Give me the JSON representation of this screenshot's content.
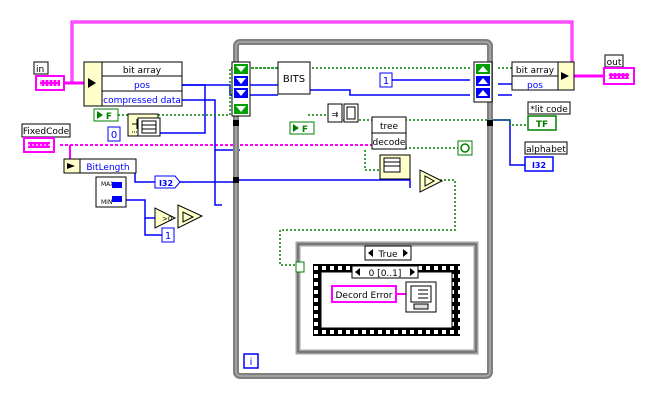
{
  "colors": {
    "cluster_wire": "#ff00ff",
    "cluster_wire_light": "#ff99ff",
    "int_wire": "#0000ff",
    "bool_wire": "#008000",
    "loop_frame": "#808080",
    "case_frame": "#a0a0a0",
    "node_fill": "#ffffcc",
    "terminal_fill": "#ffffff",
    "shift_register": "#00a000"
  },
  "labels": {
    "in": "in",
    "out": "out",
    "fixed_code": "FixedCode",
    "lit_code": "*lit code",
    "alphabet": "alphabet",
    "tf_indicator": "TF",
    "i32_indicator": "I32",
    "const_f_left": "F",
    "const_f_mid": "F",
    "const_zero": "0",
    "const_one_top": "1",
    "const_one_bottom": "1",
    "loop_index": "i",
    "bits_node": "BITS",
    "tree_decode_1": "tree",
    "tree_decode_2": "decode",
    "case_selector": "True",
    "sequence_selector": "0 [0..1]",
    "error_string": "Decord Error",
    "bit_length": "BitLength",
    "i32_const": "I32",
    "max_label": "MAX",
    "min_label": "MIN",
    "gt_zero": ">0"
  },
  "unbundle_left": {
    "fields": [
      "bit array",
      "pos",
      "compressed data"
    ]
  },
  "bundle_right": {
    "fields": [
      "bit array",
      "pos"
    ]
  }
}
